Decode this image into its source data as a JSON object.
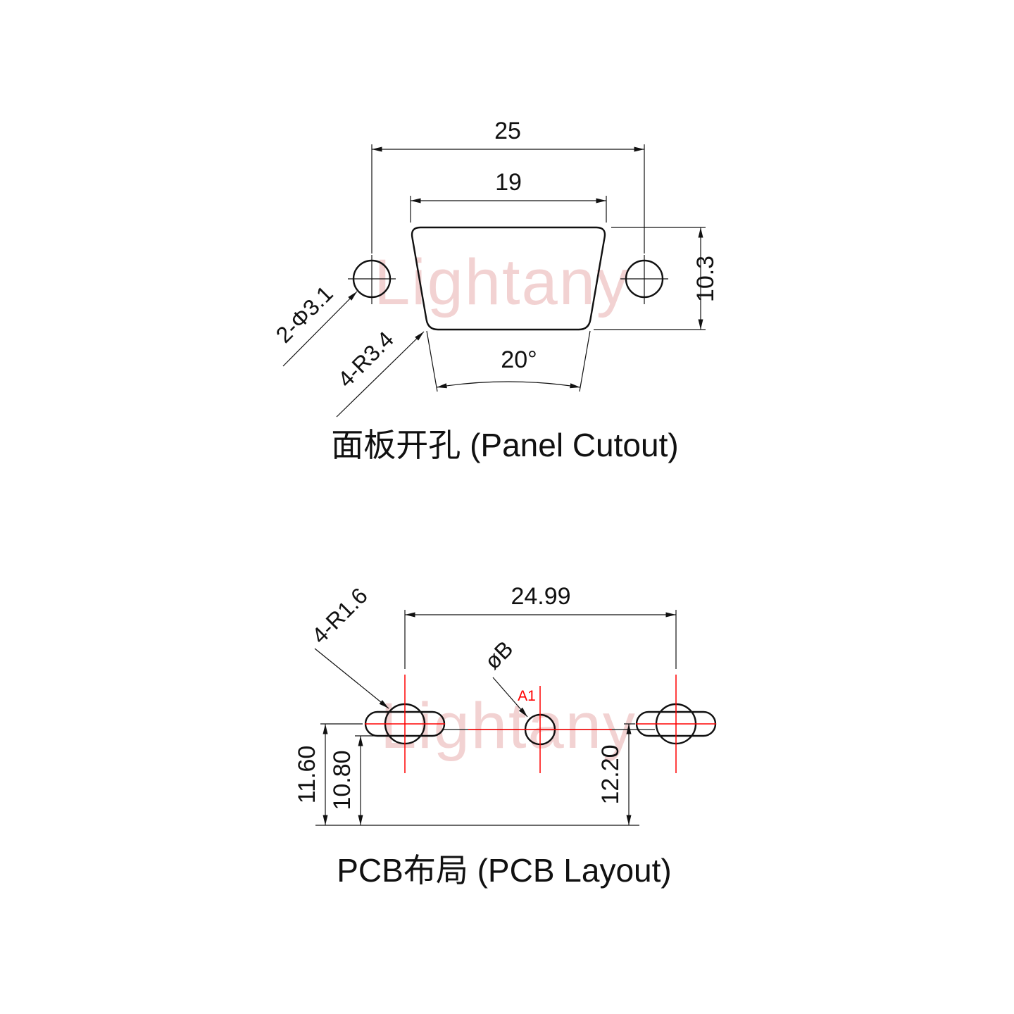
{
  "watermark": {
    "text": "Lightany"
  },
  "colors": {
    "accent_red": "#ff0000",
    "watermark_pink": "#e39c9c",
    "line": "#111111"
  },
  "panel_cutout": {
    "title": "面板开孔 (Panel Cutout)",
    "dim_outer_width": "25",
    "dim_inner_width": "19",
    "dim_height": "10.3",
    "dim_angle": "20°",
    "label_mounting_holes": "2-Φ3.1",
    "label_corner_radius": "4-R3.4"
  },
  "pcb_layout": {
    "title": "PCB布局 (PCB Layout)",
    "dim_hole_spacing": "24.99",
    "label_slot_radius": "4-R1.6",
    "label_pin_diameter": "øB",
    "label_pin_a1": "A1",
    "dim_left_outer": "11.60",
    "dim_left_inner": "10.80",
    "dim_right": "12.20"
  }
}
